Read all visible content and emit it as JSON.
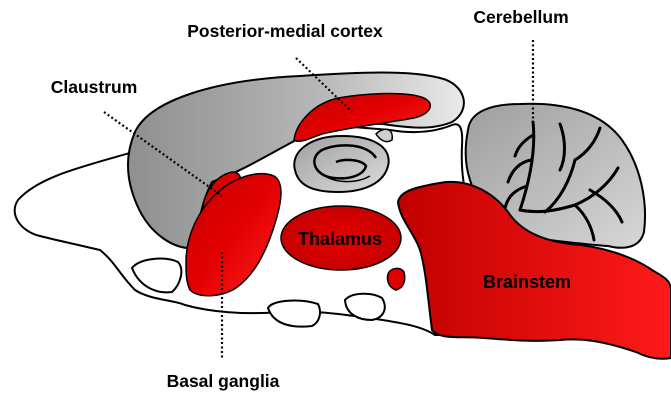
{
  "labels": {
    "posterior_medial_cortex": "Posterior-medial cortex",
    "cerebellum": "Cerebellum",
    "claustrum": "Claustrum",
    "thalamus": "Thalamus",
    "brainstem": "Brainstem",
    "basal_ganglia": "Basal ganglia"
  },
  "colors": {
    "highlight_red": "#e00000",
    "dark_red": "#c00000",
    "cortex_gray": "#bdbdbd",
    "outline": "#000000",
    "background": "#ffffff"
  }
}
